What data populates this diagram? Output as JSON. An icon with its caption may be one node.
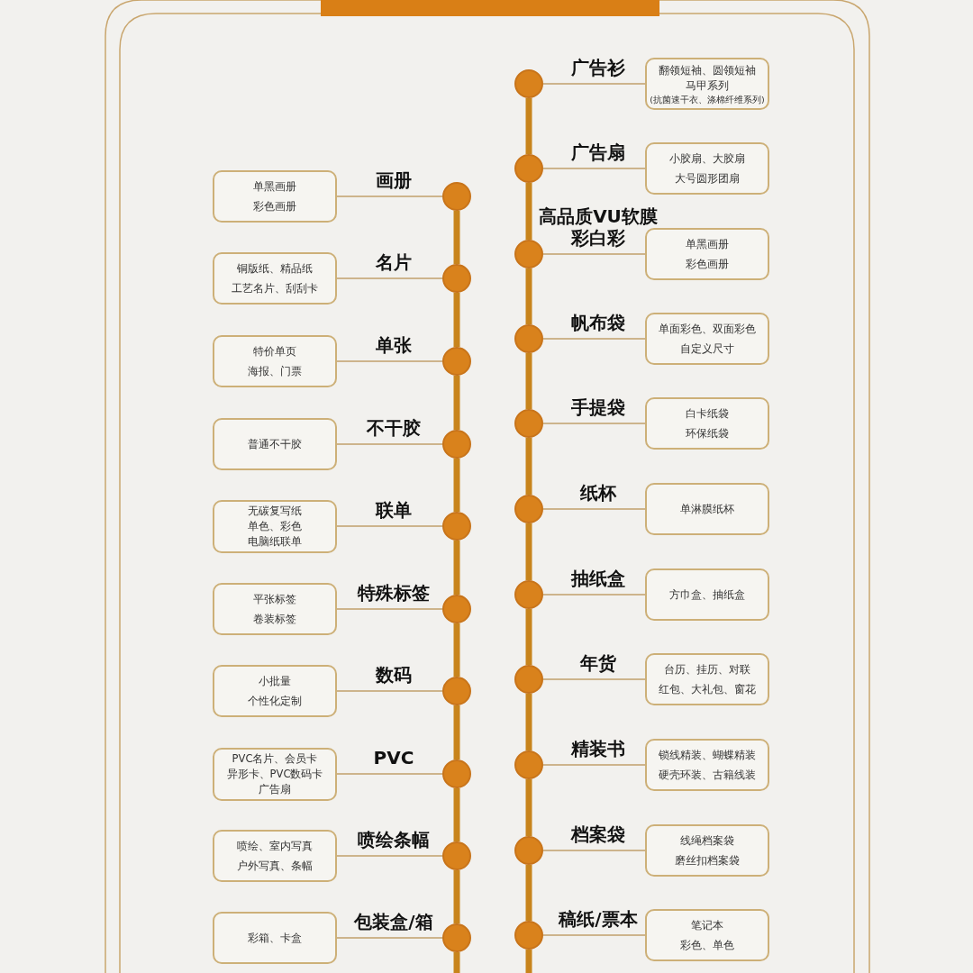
{
  "diagram": {
    "nodes": [
      {
        "text": [],
        "shape": "circle",
        "beside": [
          "画册"
        ]
      },
      {
        "text": [
          "单黑画册",
          "彩色画册"
        ]
      },
      {
        "text": [],
        "shape": "circle",
        "beside": [
          "名片"
        ]
      },
      {
        "text": [
          "铜版纸、精品纸",
          "工艺名片、刮刮卡"
        ]
      },
      {
        "text": [],
        "shape": "circle",
        "beside": [
          "单张"
        ]
      },
      {
        "text": [
          "特价单页",
          "海报、门票"
        ]
      },
      {
        "text": [],
        "shape": "circle",
        "beside": [
          "不干胶"
        ]
      },
      {
        "text": [
          "普通不干胶"
        ]
      },
      {
        "text": [],
        "shape": "circle",
        "beside": [
          "联单"
        ]
      },
      {
        "text": [
          "无碳复写纸",
          "单色、彩色",
          "电脑纸联单"
        ]
      },
      {
        "text": [],
        "shape": "circle",
        "beside": [
          "特殊标签"
        ]
      },
      {
        "text": [
          "平张标签",
          "卷装标签"
        ]
      },
      {
        "text": [],
        "shape": "circle",
        "beside": [
          "数码"
        ]
      },
      {
        "text": [
          "小批量",
          "个性化定制"
        ]
      },
      {
        "text": [],
        "shape": "circle",
        "beside": [
          "PVC"
        ]
      },
      {
        "text": [
          "PVC名片、会员卡",
          "异形卡、PVC数码卡",
          "广告扇"
        ]
      },
      {
        "text": [],
        "shape": "circle",
        "beside": [
          "喷绘条幅"
        ]
      },
      {
        "text": [
          "喷绘、室内写真",
          "户外写真、条幅"
        ]
      },
      {
        "text": [],
        "shape": "circle",
        "beside": [
          "包装盒/箱"
        ]
      },
      {
        "text": [
          "彩箱、卡盒"
        ]
      },
      {
        "text": [],
        "shape": "circle",
        "beside": [
          "广告衫"
        ]
      },
      {
        "text": [
          "翻领短袖、圆领短袖",
          "马甲系列",
          "(抗菌速干衣、涤棉纤维系列)"
        ]
      },
      {
        "text": [],
        "shape": "circle",
        "beside": [
          "广告扇"
        ]
      },
      {
        "text": [
          "小胶扇、大胶扇",
          "大号圆形团扇"
        ]
      },
      {
        "text": [],
        "shape": "circle",
        "beside": [
          "高品质VU软膜彩白彩"
        ]
      },
      {
        "text": [
          "单黑画册",
          "彩色画册"
        ]
      },
      {
        "text": [],
        "shape": "circle",
        "beside": [
          "帆布袋"
        ]
      },
      {
        "text": [
          "单面彩色、双面彩色",
          "自定义尺寸"
        ]
      },
      {
        "text": [],
        "shape": "circle",
        "beside": [
          "手提袋"
        ]
      },
      {
        "text": [
          "白卡纸袋",
          "环保纸袋"
        ]
      },
      {
        "text": [],
        "shape": "circle",
        "beside": [
          "纸杯"
        ]
      },
      {
        "text": [
          "单淋膜纸杯"
        ]
      },
      {
        "text": [],
        "shape": "circle",
        "beside": [
          "抽纸盒"
        ]
      },
      {
        "text": [
          "方巾盒、抽纸盒"
        ]
      },
      {
        "text": [],
        "shape": "circle",
        "beside": [
          "年货"
        ]
      },
      {
        "text": [
          "台历、挂历、对联",
          "红包、大礼包、窗花"
        ]
      },
      {
        "text": [],
        "shape": "circle",
        "beside": [
          "精装书"
        ]
      },
      {
        "text": [
          "锁线精装、蝴蝶精装",
          "硬壳环装、古籍线装"
        ]
      },
      {
        "text": [],
        "shape": "circle",
        "beside": [
          "档案袋"
        ]
      },
      {
        "text": [
          "线绳档案袋",
          "磨丝扣档案袋"
        ]
      },
      {
        "text": [],
        "shape": "circle",
        "beside": [
          "稿纸/票本"
        ]
      },
      {
        "text": [
          "笔记本",
          "彩色、单色"
        ]
      }
    ],
    "edges": [
      {
        "from": 0,
        "to": 1,
        "arrow": "none"
      },
      {
        "from": 0,
        "to": 2,
        "arrow": "none",
        "style": "thick",
        "color": "#c8841c"
      },
      {
        "from": 2,
        "to": 3,
        "arrow": "none"
      },
      {
        "from": 2,
        "to": 4,
        "arrow": "none",
        "style": "thick",
        "color": "#c8841c"
      },
      {
        "from": 4,
        "to": 5,
        "arrow": "none"
      },
      {
        "from": 4,
        "to": 6,
        "arrow": "none",
        "style": "thick",
        "color": "#c8841c"
      },
      {
        "from": 6,
        "to": 7,
        "arrow": "none"
      },
      {
        "from": 6,
        "to": 8,
        "arrow": "none",
        "style": "thick",
        "color": "#c8841c"
      },
      {
        "from": 8,
        "to": 9,
        "arrow": "none"
      },
      {
        "from": 8,
        "to": 10,
        "arrow": "none",
        "style": "thick",
        "color": "#c8841c"
      },
      {
        "from": 10,
        "to": 11,
        "arrow": "none"
      },
      {
        "from": 10,
        "to": 12,
        "arrow": "none",
        "style": "thick",
        "color": "#c8841c"
      },
      {
        "from": 12,
        "to": 13,
        "arrow": "none"
      },
      {
        "from": 12,
        "to": 14,
        "arrow": "none",
        "style": "thick",
        "color": "#c8841c"
      },
      {
        "from": 14,
        "to": 15,
        "arrow": "none"
      },
      {
        "from": 14,
        "to": 16,
        "arrow": "none",
        "style": "thick",
        "color": "#c8841c"
      },
      {
        "from": 16,
        "to": 17,
        "arrow": "none"
      },
      {
        "from": 16,
        "to": 18,
        "arrow": "none",
        "style": "thick",
        "color": "#c8841c"
      },
      {
        "from": 18,
        "to": 19,
        "arrow": "none"
      },
      {
        "from": 20,
        "to": 21,
        "arrow": "none"
      },
      {
        "from": 20,
        "to": 22,
        "arrow": "none",
        "style": "thick",
        "color": "#c8841c"
      },
      {
        "from": 22,
        "to": 23,
        "arrow": "none"
      },
      {
        "from": 22,
        "to": 24,
        "arrow": "none",
        "style": "thick",
        "color": "#c8841c"
      },
      {
        "from": 24,
        "to": 25,
        "arrow": "none"
      },
      {
        "from": 24,
        "to": 26,
        "arrow": "none",
        "style": "thick",
        "color": "#c8841c"
      },
      {
        "from": 26,
        "to": 27,
        "arrow": "none"
      },
      {
        "from": 26,
        "to": 28,
        "arrow": "none",
        "style": "thick",
        "color": "#c8841c"
      },
      {
        "from": 28,
        "to": 29,
        "arrow": "none"
      },
      {
        "from": 28,
        "to": 30,
        "arrow": "none",
        "style": "thick",
        "color": "#c8841c"
      },
      {
        "from": 30,
        "to": 31,
        "arrow": "none"
      },
      {
        "from": 30,
        "to": 32,
        "arrow": "none",
        "style": "thick",
        "color": "#c8841c"
      },
      {
        "from": 32,
        "to": 33,
        "arrow": "none"
      },
      {
        "from": 32,
        "to": 34,
        "arrow": "none",
        "style": "thick",
        "color": "#c8841c"
      },
      {
        "from": 34,
        "to": 35,
        "arrow": "none"
      },
      {
        "from": 34,
        "to": 36,
        "arrow": "none",
        "style": "thick",
        "color": "#c8841c"
      },
      {
        "from": 36,
        "to": 37,
        "arrow": "none"
      },
      {
        "from": 36,
        "to": 38,
        "arrow": "none",
        "style": "thick",
        "color": "#c8841c"
      },
      {
        "from": 38,
        "to": 39,
        "arrow": "none"
      },
      {
        "from": 38,
        "to": 40,
        "arrow": "none",
        "style": "thick",
        "color": "#c8841c"
      },
      {
        "from": 40,
        "to": 41,
        "arrow": "none"
      }
    ]
  }
}
